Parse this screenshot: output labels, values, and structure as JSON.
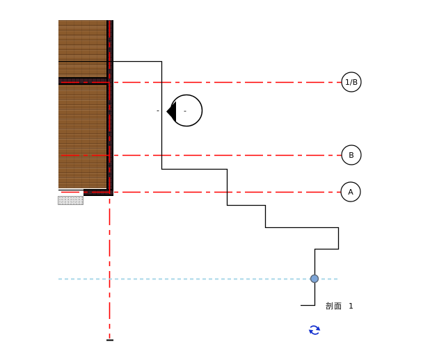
{
  "canvas": {
    "background": "#ffffff"
  },
  "colors": {
    "grid_red": "#ff0000",
    "clip_plane_cyan": "#a9d7e8",
    "grip_dot_fill": "#7ea6d9",
    "grip_dot_stroke": "#5a6470",
    "rotate_icon_blue": "#1430cf",
    "brick_brown": "#8a5a2c",
    "membrane_dark": "#371d23",
    "concrete_grey": "#e3e3e3",
    "line_black": "#000000"
  },
  "grid_bubbles": [
    {
      "label": "1/B"
    },
    {
      "label": "B"
    },
    {
      "label": "A"
    }
  ],
  "callout_marker": {
    "detail_number": "-",
    "reference_dash": "-"
  },
  "section_marker": {
    "label": "剖面  1"
  },
  "icons": {
    "rotate_view": "circular-arrows-refresh"
  }
}
